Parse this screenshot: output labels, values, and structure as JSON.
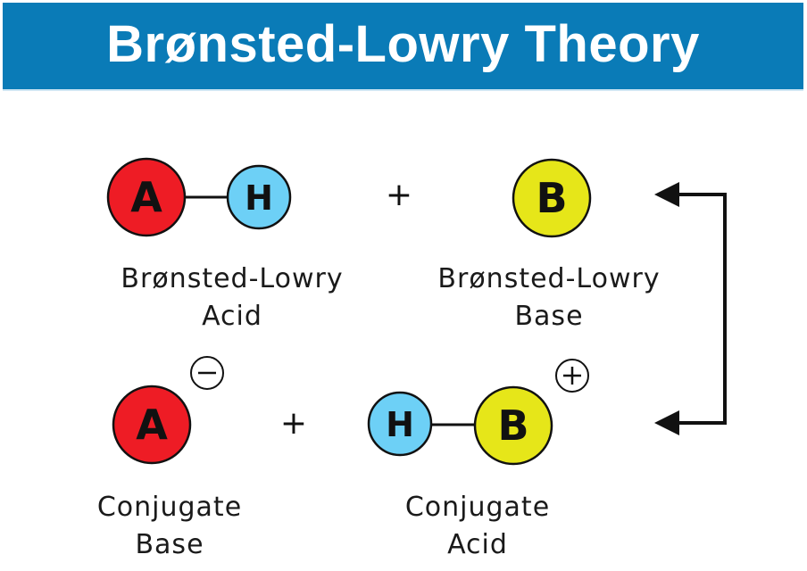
{
  "title": "Brønsted-Lowry Theory",
  "colors": {
    "banner": "#0a7bb7",
    "acid_atom": "#ee1c25",
    "hydrogen_atom": "#6dd0f6",
    "base_atom": "#e6e619",
    "outline": "#111111"
  },
  "reactants": {
    "acid": {
      "atoms": [
        "A",
        "H"
      ],
      "label_line1": "Brønsted-Lowry",
      "label_line2": "Acid"
    },
    "operator": "+",
    "base": {
      "atoms": [
        "B"
      ],
      "label_line1": "Brønsted-Lowry",
      "label_line2": "Base"
    }
  },
  "products": {
    "conjugate_base": {
      "atoms": [
        "A"
      ],
      "charge": "−",
      "label_line1": "Conjugate",
      "label_line2": "Base"
    },
    "operator": "+",
    "conjugate_acid": {
      "atoms": [
        "H",
        "B"
      ],
      "charge": "+",
      "label_line1": "Conjugate",
      "label_line2": "Acid"
    }
  },
  "equilibrium_arrow": "bidirectional-bracket-arrow"
}
